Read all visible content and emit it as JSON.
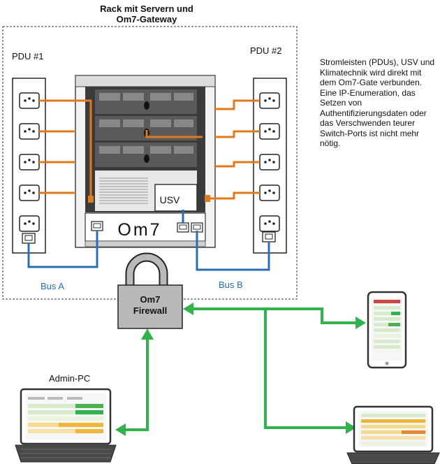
{
  "rack": {
    "title_line1": "Rack mit Servern und",
    "title_line2": "Om7-Gateway",
    "pdu1_label": "PDU #1",
    "pdu2_label": "PDU #2",
    "usv_label": "USV",
    "logo_text": "Om7"
  },
  "buses": {
    "a": "Bus A",
    "b": "Bus B"
  },
  "firewall": {
    "line1": "Om7",
    "line2": "Firewall"
  },
  "admin_pc_label": "Admin-PC",
  "description": "Stromleisten (PDUs), USV und Klimatechnik wird direkt mit dem Om7-Gate verbunden. Eine IP-Enumeration, das Setzen von Authentifizierungsdaten oder das Verschwenden teurer Switch-Ports ist nicht mehr nötig.",
  "colors": {
    "power_cable": "#e07a1f",
    "bus_cable": "#2a6db3",
    "network": "#2fb34a",
    "firewall_fill": "#b9b9b9",
    "rack_dark": "#3a3a3a"
  }
}
